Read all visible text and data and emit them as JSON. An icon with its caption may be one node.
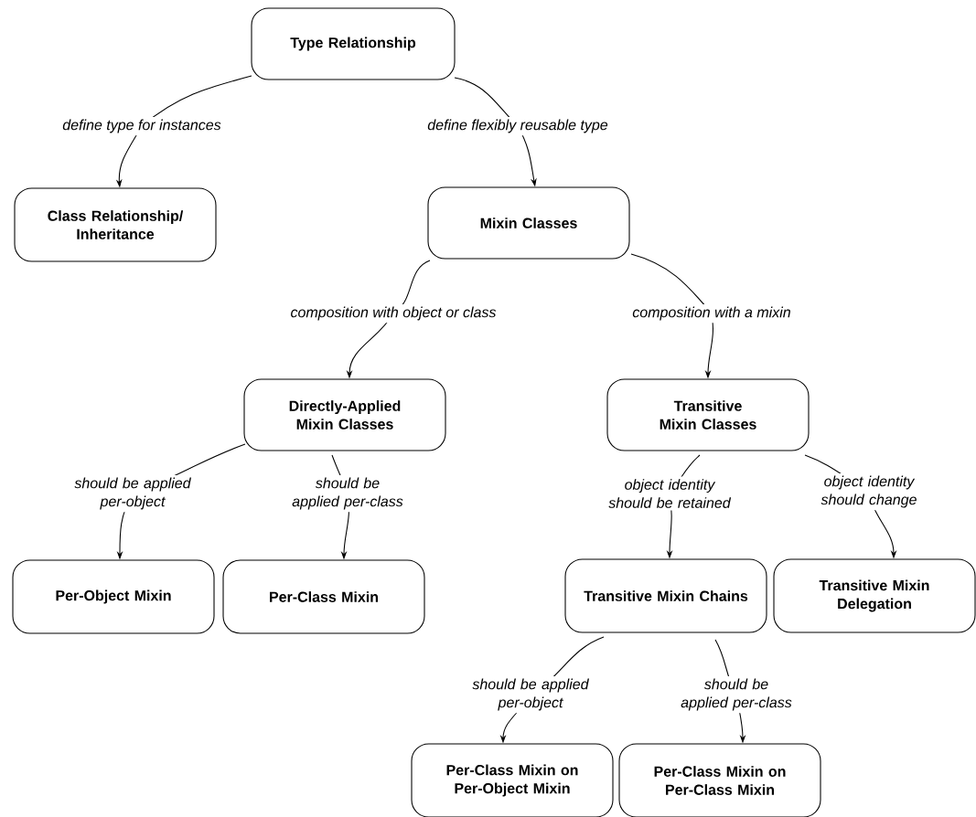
{
  "diagram": {
    "nodes": [
      {
        "text": [
          "Type Relationship"
        ]
      },
      {
        "text": [
          "Class Relationship/ Inheritance"
        ]
      },
      {
        "text": [
          "Mixin Classes"
        ]
      },
      {
        "text": [
          "Directly-Applied Mixin Classes"
        ]
      },
      {
        "text": [
          "Transitive Mixin Classes"
        ]
      },
      {
        "text": [
          "Per-Object Mixin"
        ]
      },
      {
        "text": [
          "Per-Class Mixin"
        ]
      },
      {
        "text": [
          "Transitive Mixin Chains"
        ]
      },
      {
        "text": [
          "Transitive Mixin Delegation"
        ]
      },
      {
        "text": [
          "Per-Class Mixin on Per-Object Mixin"
        ]
      },
      {
        "text": [
          "Per-Class Mixin on Per-Class Mixin"
        ]
      }
    ],
    "edges": [
      {
        "from": 0,
        "to": 1,
        "arrow": "to",
        "label": "define type for instances"
      },
      {
        "from": 0,
        "to": 2,
        "arrow": "to",
        "label": "define flexibly reusable type"
      },
      {
        "from": 2,
        "to": 3,
        "arrow": "to",
        "label": "composition with object or class"
      },
      {
        "from": 2,
        "to": 4,
        "arrow": "to",
        "label": "composition with a mixin"
      },
      {
        "from": 3,
        "to": 5,
        "arrow": "to",
        "label": "should be applied per-object"
      },
      {
        "from": 3,
        "to": 6,
        "arrow": "to",
        "label": "should be applied per-class"
      },
      {
        "from": 4,
        "to": 7,
        "arrow": "to",
        "label": "object identity should be retained"
      },
      {
        "from": 4,
        "to": 8,
        "arrow": "to",
        "label": "object identity should change"
      },
      {
        "from": 7,
        "to": 9,
        "arrow": "to",
        "label": "should be applied per-object"
      },
      {
        "from": 7,
        "to": 10,
        "arrow": "to",
        "label": "should be applied per-class"
      }
    ]
  }
}
